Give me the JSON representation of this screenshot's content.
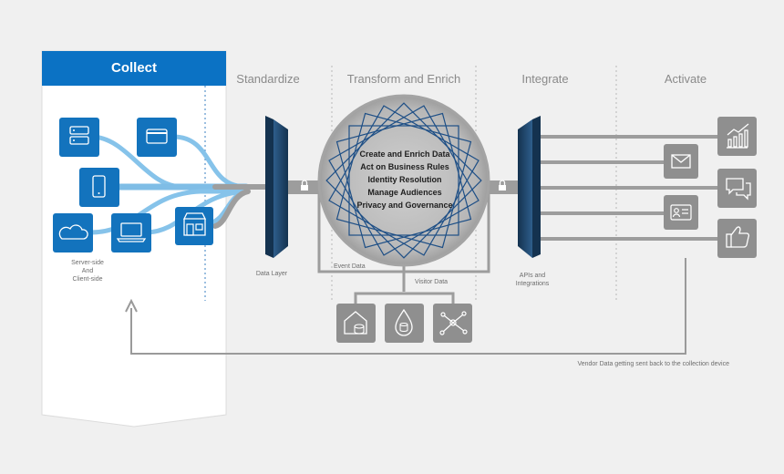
{
  "colors": {
    "background": "#f0f0f0",
    "collect_header": "#0b72c4",
    "source_icon": "#1373bd",
    "flow_light": "#86c3ea",
    "flow_gray": "#999999",
    "connector_dark": "#1d3b5b",
    "icon_gray": "#8f8f8f"
  },
  "stages": {
    "collect": "Collect",
    "standardize": "Standardize",
    "transform": "Transform and Enrich",
    "integrate": "Integrate",
    "activate": "Activate"
  },
  "sources": {
    "icons": [
      "server-icon",
      "credit-card-icon",
      "mobile-icon",
      "cloud-icon",
      "laptop-icon",
      "store-icon"
    ],
    "caption": [
      "Server-side",
      "And",
      "Client-side"
    ]
  },
  "hub": {
    "lines": [
      "Create and Enrich Data",
      "Act on Business Rules",
      "Identity Resolution",
      "Manage Audiences",
      "Privacy and Governance"
    ]
  },
  "labels": {
    "data_layer": "Data Layer",
    "event_data": "Event Data",
    "visitor_data": "Visitor Data",
    "apis_line1": "APIs and",
    "apis_line2": "Integrations",
    "vendor_return": "Vendor Data getting sent back to the collection device"
  },
  "storage_icons": [
    "data-warehouse-icon",
    "database-icon",
    "network-icon"
  ],
  "destination_icons": [
    "analytics-chart-icon",
    "email-icon",
    "chat-icon",
    "id-card-icon",
    "thumbs-up-icon"
  ]
}
